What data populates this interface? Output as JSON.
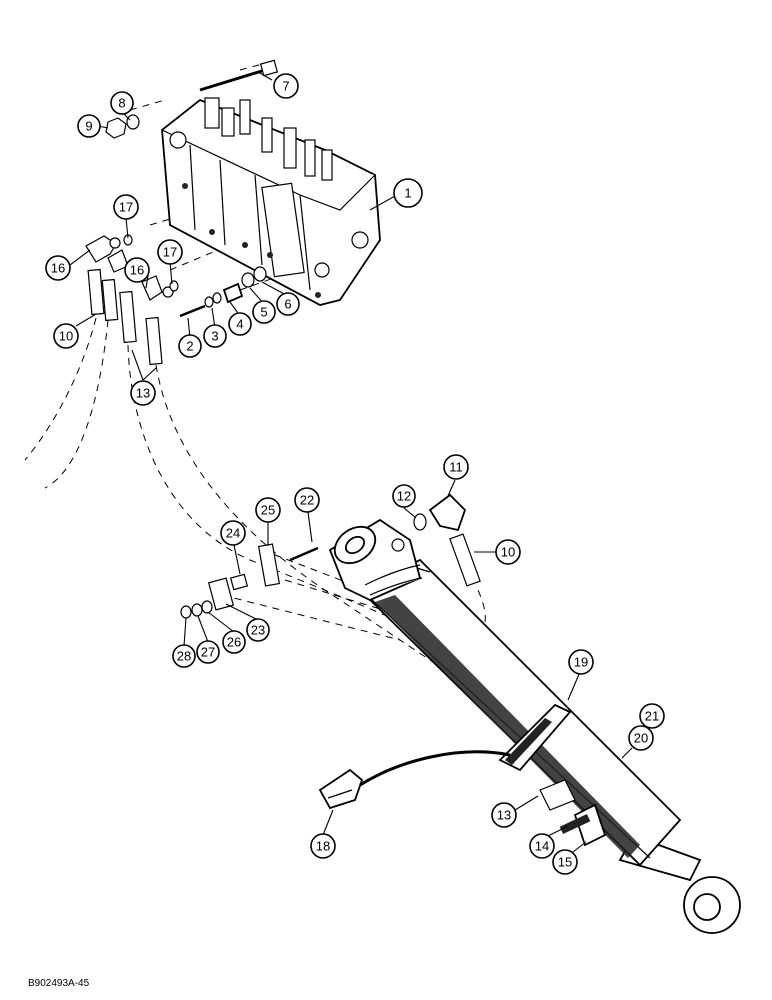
{
  "figure_code": "B902493A-45",
  "callouts": [
    {
      "id": "1",
      "label": "1"
    },
    {
      "id": "2",
      "label": "2"
    },
    {
      "id": "3",
      "label": "3"
    },
    {
      "id": "4",
      "label": "4"
    },
    {
      "id": "5",
      "label": "5"
    },
    {
      "id": "6",
      "label": "6"
    },
    {
      "id": "7",
      "label": "7"
    },
    {
      "id": "8",
      "label": "8"
    },
    {
      "id": "9",
      "label": "9"
    },
    {
      "id": "10a",
      "label": "10"
    },
    {
      "id": "10b",
      "label": "10"
    },
    {
      "id": "11",
      "label": "11"
    },
    {
      "id": "12",
      "label": "12"
    },
    {
      "id": "13a",
      "label": "13"
    },
    {
      "id": "13b",
      "label": "13"
    },
    {
      "id": "14",
      "label": "14"
    },
    {
      "id": "15",
      "label": "15"
    },
    {
      "id": "16a",
      "label": "16"
    },
    {
      "id": "16b",
      "label": "16"
    },
    {
      "id": "17a",
      "label": "17"
    },
    {
      "id": "17b",
      "label": "17"
    },
    {
      "id": "18",
      "label": "18"
    },
    {
      "id": "19",
      "label": "19"
    },
    {
      "id": "20",
      "label": "20"
    },
    {
      "id": "21",
      "label": "21"
    },
    {
      "id": "22",
      "label": "22"
    },
    {
      "id": "23",
      "label": "23"
    },
    {
      "id": "24",
      "label": "24"
    },
    {
      "id": "25",
      "label": "25"
    },
    {
      "id": "26",
      "label": "26"
    },
    {
      "id": "27",
      "label": "27"
    },
    {
      "id": "28",
      "label": "28"
    }
  ]
}
